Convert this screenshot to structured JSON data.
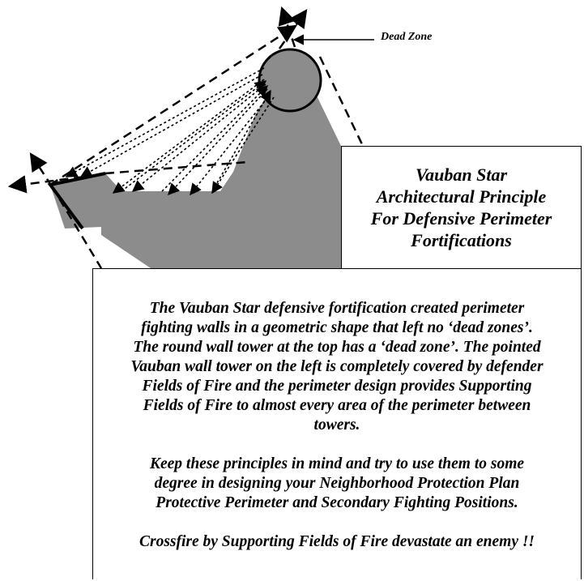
{
  "dead_zone_label": "Dead Zone",
  "title_lines": [
    "Vauban Star",
    "Architectural Principle",
    "For Defensive Perimeter",
    "Fortifications"
  ],
  "body_paragraphs": [
    [
      "The Vauban Star defensive fortification created perimeter",
      "fighting walls in a geometric shape that left no ‘dead zones’.",
      "The round wall tower at the top has a ‘dead zone’. The pointed",
      "Vauban wall tower on the left is completely covered by defender",
      "Fields of Fire and the perimeter design provides Supporting",
      "Fields of Fire to almost every area of the perimeter between",
      "towers."
    ],
    [
      "Keep these principles in mind and try to use them to some",
      "degree in designing your Neighborhood Protection Plan",
      "Protective Perimeter and Secondary Fighting Positions."
    ],
    [
      "Crossfire by Supporting Fields of Fire devastate an enemy !!"
    ]
  ],
  "colors": {
    "wall_fill": "#8c8c8c",
    "line": "#000000",
    "background": "#ffffff"
  }
}
